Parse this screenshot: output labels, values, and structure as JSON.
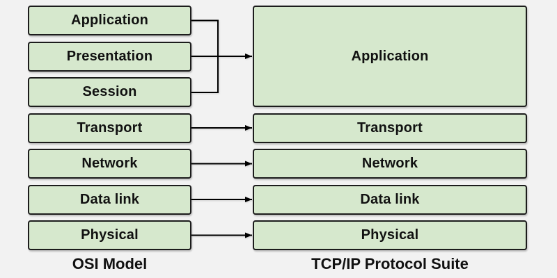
{
  "diagram": {
    "background": "#f2f2f2",
    "box_fill": "#d6e8cd",
    "box_border": "#1c1c1c",
    "arrow_color": "#000000",
    "text_color": "#111111"
  },
  "osi": {
    "title": "OSI Model",
    "layers": [
      "Application",
      "Presentation",
      "Session",
      "Transport",
      "Network",
      "Data link",
      "Physical"
    ]
  },
  "tcpip": {
    "title": "TCP/IP Protocol Suite",
    "layers": [
      "Application",
      "Transport",
      "Network",
      "Data link",
      "Physical"
    ]
  },
  "mappings": [
    {
      "from": [
        "Application",
        "Presentation",
        "Session"
      ],
      "to": "Application"
    },
    {
      "from": [
        "Transport"
      ],
      "to": "Transport"
    },
    {
      "from": [
        "Network"
      ],
      "to": "Network"
    },
    {
      "from": [
        "Data link"
      ],
      "to": "Data link"
    },
    {
      "from": [
        "Physical"
      ],
      "to": "Physical"
    }
  ]
}
